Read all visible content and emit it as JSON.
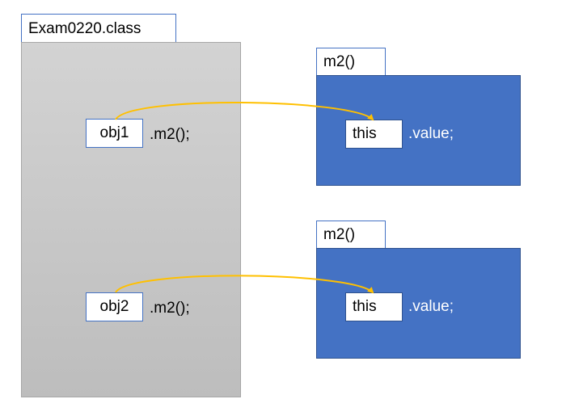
{
  "class_label": "Exam0220.class",
  "calls": [
    {
      "ref": "obj1",
      "call": ".m2();"
    },
    {
      "ref": "obj2",
      "call": ".m2();"
    }
  ],
  "frames": [
    {
      "title": "m2()",
      "this_label": "this",
      "access": ".value;"
    },
    {
      "title": "m2()",
      "this_label": "this",
      "access": ".value;"
    }
  ],
  "colors": {
    "arrow": "#ffc000",
    "frame_fill": "#4472c4",
    "class_fill": "#d0d0d0"
  }
}
